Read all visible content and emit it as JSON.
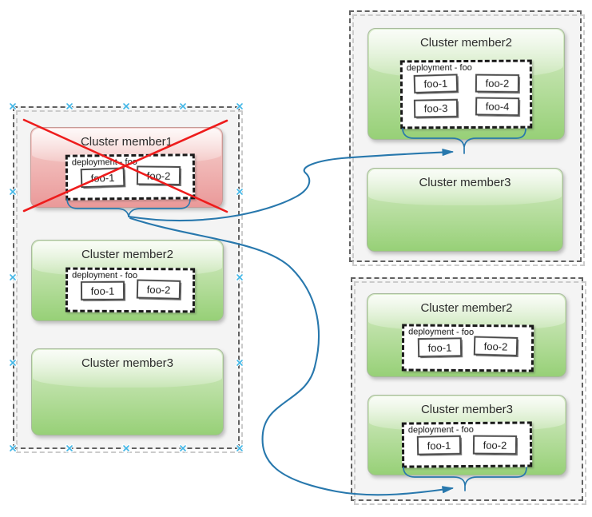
{
  "groups": [
    {
      "id": "cluster-state-before-failure",
      "members": [
        {
          "label": "Cluster member1",
          "state": "failed",
          "deployment": {
            "label": "deployment - foo",
            "instances": [
              "foo-1",
              "foo-2"
            ]
          }
        },
        {
          "label": "Cluster member2",
          "state": "healthy",
          "deployment": {
            "label": "deployment - foo",
            "instances": [
              "foo-1",
              "foo-2"
            ]
          }
        },
        {
          "label": "Cluster member3",
          "state": "healthy"
        }
      ]
    },
    {
      "id": "cluster-state-option-a",
      "members": [
        {
          "label": "Cluster member2",
          "state": "healthy",
          "deployment": {
            "label": "deployment - foo",
            "instances": [
              "foo-1",
              "foo-2",
              "foo-3",
              "foo-4"
            ]
          }
        },
        {
          "label": "Cluster member3",
          "state": "healthy"
        }
      ]
    },
    {
      "id": "cluster-state-option-b",
      "members": [
        {
          "label": "Cluster member2",
          "state": "healthy",
          "deployment": {
            "label": "deployment - foo",
            "instances": [
              "foo-1",
              "foo-2"
            ]
          }
        },
        {
          "label": "Cluster member3",
          "state": "healthy",
          "deployment": {
            "label": "deployment - foo",
            "instances": [
              "foo-1",
              "foo-2"
            ]
          }
        }
      ]
    }
  ],
  "colors": {
    "member_healthy": "#97d077",
    "member_failed": "#ea9999",
    "connector_blue": "#2878ad",
    "selection_handle": "#41b6e6",
    "failure_cross": "#ee1c1c",
    "group_fill": "#f4f4f4",
    "group_border": "#616161",
    "deployment_border": "#1a1a1a"
  }
}
